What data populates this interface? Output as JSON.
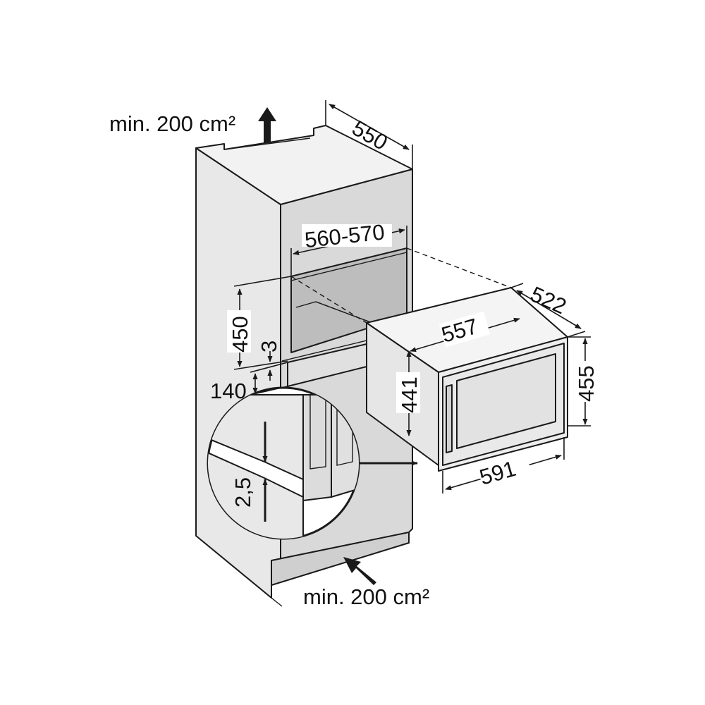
{
  "annotations": {
    "vent_top": "min. 200 cm²",
    "vent_bottom": "min. 200 cm²"
  },
  "dimensions": {
    "cabinet_depth": "550",
    "niche_width": "560-570",
    "niche_height": "450",
    "gap_upper": "3",
    "base_height": "140",
    "detail_gap": "2,5",
    "appliance_depth": "522",
    "appliance_body_width": "557",
    "appliance_body_height": "441",
    "appliance_front_height": "455",
    "appliance_front_width": "591"
  },
  "colors": {
    "cabinet_face": "#e8e8e8",
    "cabinet_side": "#d9d9d9",
    "niche_interior": "#bdbdbd",
    "appliance_body": "#eeeeee",
    "appliance_glass": "#e2e2e2",
    "line": "#1a1a1a"
  },
  "icons": [
    "arrow-up-icon",
    "arrow-in-icon",
    "magnifier-detail-icon"
  ]
}
